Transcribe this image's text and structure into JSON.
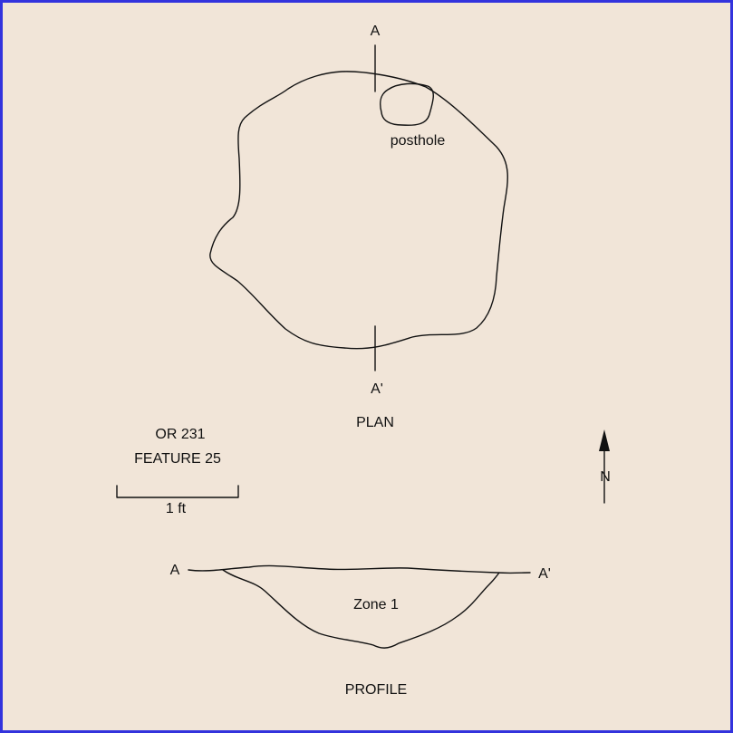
{
  "plan": {
    "section_start": "A",
    "section_end": "A'",
    "posthole_label": "posthole",
    "caption": "PLAN"
  },
  "title": {
    "site": "OR 231",
    "feature": "FEATURE 25"
  },
  "scale_bar": {
    "label": "1 ft"
  },
  "north_arrow": {
    "label": "N"
  },
  "profile": {
    "start": "A",
    "end": "A'",
    "zone_label": "Zone 1",
    "caption": "PROFILE"
  },
  "colors": {
    "background": "#f1e5d8",
    "border": "#3333dd",
    "ink": "#111111"
  }
}
